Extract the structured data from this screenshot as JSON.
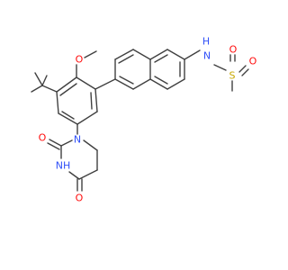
{
  "colors": {
    "bond": "#404040",
    "carbon": "#404040",
    "oxygen": "#ff0d0d",
    "nitrogen": "#3050f8",
    "sulfur": "#c8a800"
  },
  "atoms": {
    "methoxy_o": "O",
    "ring_n_top": "N",
    "ring_nh": "NH",
    "carbonyl_o_upper": "O",
    "carbonyl_o_lower": "O",
    "sulfonamide_nh": "N",
    "sulfonamide_h": "H",
    "sulfur": "S",
    "sulfonyl_o_left": "O",
    "sulfonyl_o_right": "O"
  }
}
